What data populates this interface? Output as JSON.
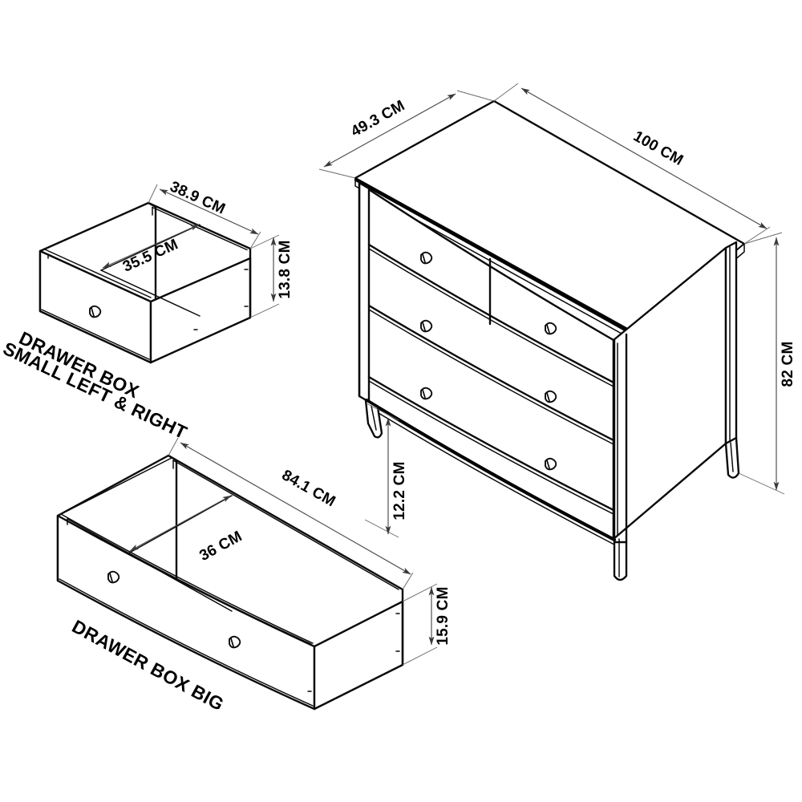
{
  "diagram": {
    "type": "technical-dimension-drawing",
    "subject": "Chest of drawers with drawer box components",
    "units": "CM",
    "background_color": "#ffffff",
    "line_color": "#0a0a0a",
    "dimension_line_color": "#4a4a4a"
  },
  "chest": {
    "name": "chest-of-drawers",
    "drawer_count": 4,
    "top_drawers": 2,
    "bottom_drawers": 2,
    "knob_count": 6,
    "leg_count": 4,
    "dimensions": {
      "depth": "49.3 CM",
      "width": "100 CM",
      "height": "82 CM",
      "leg_clearance": "12.2 CM"
    }
  },
  "drawer_box_small": {
    "label_line1": "DRAWER BOX",
    "label_line2": "SMALL LEFT  & RIGHT",
    "dimensions": {
      "outer_width": "38.9 CM",
      "inner_width": "35.5 CM",
      "height": "13.8 CM"
    }
  },
  "drawer_box_big": {
    "label": "DRAWER BOX BIG",
    "dimensions": {
      "outer_width": "84.1 CM",
      "inner_depth": "36 CM",
      "height": "15.9 CM"
    }
  },
  "dimension_labels": {
    "chest_depth": "49.3 CM",
    "chest_width": "100 CM",
    "chest_height": "82 CM",
    "chest_leg_clearance": "12.2 CM",
    "small_outer_width": "38.9 CM",
    "small_inner_width": "35.5 CM",
    "small_height": "13.8 CM",
    "big_outer_width": "84.1 CM",
    "big_inner_depth": "36 CM",
    "big_height": "15.9 CM"
  }
}
